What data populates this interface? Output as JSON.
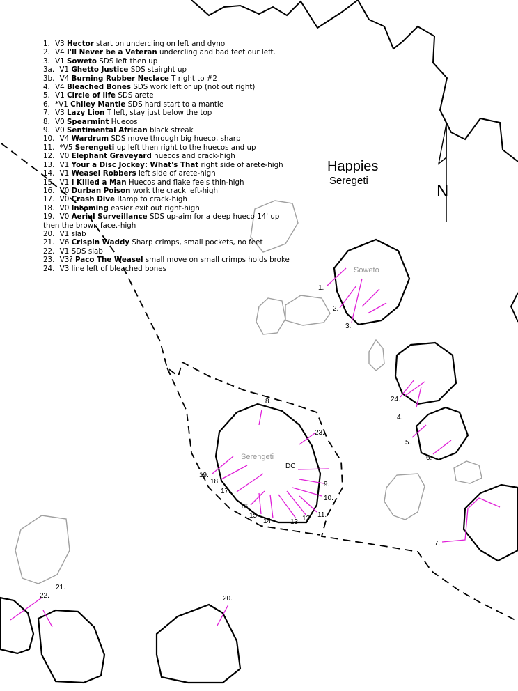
{
  "area": {
    "title": "Happies",
    "subtitle": "Seregeti"
  },
  "north_label": "N",
  "boulders": {
    "soweto": "Soweto",
    "serengeti": "Serengeti"
  },
  "markers": {
    "dc": "DC"
  },
  "colors": {
    "route": "#e020d8",
    "boulder": "#000000",
    "minor_boulder": "#a0a0a0",
    "trail": "#000000"
  },
  "routes": [
    {
      "num": "1.",
      "grade": "V3",
      "name": "Hector",
      "desc": "start on undercling on left and dyno"
    },
    {
      "num": "2.",
      "grade": "V4",
      "name": "I'll Never be a Veteran",
      "desc": "undercling and bad feet our left."
    },
    {
      "num": "3.",
      "grade": "V1",
      "name": "Soweto",
      "desc": "SDS left then up"
    },
    {
      "num": "3a.",
      "grade": "V1",
      "name": "Ghetto Justice",
      "desc": "SDS stairght up"
    },
    {
      "num": "3b.",
      "grade": "V4",
      "name": "Burning Rubber Neclace",
      "desc": "T right to #2"
    },
    {
      "num": "4.",
      "grade": "V4",
      "name": "Bleached Bones",
      "desc": "SDS work left or up (not out right)"
    },
    {
      "num": "5.",
      "grade": "V1",
      "name": "Circle of life",
      "desc": "SDS arete"
    },
    {
      "num": "6.",
      "grade": "*V1",
      "name": "Chiley Mantle",
      "desc": "SDS hard start to a mantle"
    },
    {
      "num": "7.",
      "grade": "V3",
      "name": "Lazy Lion",
      "desc": "T left, stay just below the top"
    },
    {
      "num": "8.",
      "grade": "V0",
      "name": "Spearmint",
      "desc": "Huecos"
    },
    {
      "num": "9.",
      "grade": "V0",
      "name": "Sentimental African",
      "desc": "black streak"
    },
    {
      "num": "10.",
      "grade": "V4",
      "name": "Wardrum",
      "desc": "SDS move through big hueco, sharp"
    },
    {
      "num": "11.",
      "grade": "*V5",
      "name": "Serengeti",
      "desc": "up left then right to the huecos and up"
    },
    {
      "num": "12.",
      "grade": "V0",
      "name": "Elephant Graveyard",
      "desc": "huecos and crack-high"
    },
    {
      "num": "13.",
      "grade": "V1",
      "name": "Your a Disc Jockey: What's That",
      "desc": "right side of arete-high"
    },
    {
      "num": "14.",
      "grade": "V1",
      "name": "Weasel Robbers",
      "desc": "left side of arete-high"
    },
    {
      "num": "15.",
      "grade": "V1",
      "name": "I Killed a Man",
      "desc": "Huecos and flake feels thin-high"
    },
    {
      "num": "16.",
      "grade": "V0",
      "name": "Durban Poison",
      "desc": "work the crack left-high"
    },
    {
      "num": "17.",
      "grade": "V0",
      "name": "Crash Dive",
      "desc": "Ramp to crack-high"
    },
    {
      "num": "18.",
      "grade": "V0",
      "name": "Incoming",
      "desc": "easier exit out right-high"
    },
    {
      "num": "19.",
      "grade": "V0",
      "name": "Aerial Surveillance",
      "desc": "SDS up-aim for a deep hueco 14' up then the brown face.-high"
    },
    {
      "num": "20.",
      "grade": "V1",
      "name": "",
      "desc": "slab"
    },
    {
      "num": "21.",
      "grade": "V6",
      "name": "Crispin Waddy",
      "desc": "Sharp crimps, small pockets, no feet"
    },
    {
      "num": "22.",
      "grade": "V1",
      "name": "",
      "desc": "SDS slab"
    },
    {
      "num": "23.",
      "grade": "V3?",
      "name": "Paco The Weasel",
      "desc": "small move on small crimps holds broke"
    },
    {
      "num": "24.",
      "grade": "V3",
      "name": "",
      "desc": "line left of bleached bones"
    }
  ],
  "map_labels": [
    "1.",
    "2.",
    "3.",
    "24.",
    "4.",
    "5.",
    "6.",
    "7.",
    "8.",
    "23.",
    "9.",
    "10.",
    "11.",
    "12.",
    "13.",
    "14.",
    "15.",
    "16.",
    "17.",
    "18.",
    "19.",
    "20.",
    "21.",
    "22."
  ]
}
